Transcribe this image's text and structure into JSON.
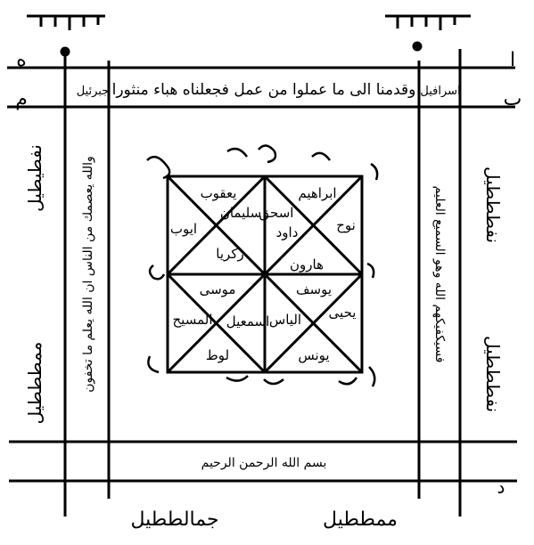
{
  "figure": {
    "top_band_text": "وقدمنا الى ما عملوا من عمل فجعلناه هباء منثورا",
    "top_band_left_word": "جبرئيل",
    "top_band_right_word": "اسرافيل",
    "left_column_text": "والله يعصمك من الناس ان الله يعلم ما تخفون",
    "right_column_text": "فسيكفيكهم الله وهو السميع العليم",
    "bottom_band_text": "بسم الله الرحمن الرحيم",
    "left_outer_word_1": "نفطيطيل",
    "left_outer_word_2": "ممطططيل",
    "right_outer_word_1": "نفطططيل",
    "right_outer_word_2": "نفطططيل",
    "bottom_word_left": "جمالططيل",
    "bottom_word_right": "ممططيل",
    "corner_letter_top_right": "ا",
    "corner_letter_right_2": "ب",
    "corner_letter_left_1": "ه",
    "corner_letter_left_2": "م",
    "corner_letter_bottom_right": "د",
    "grid_names": {
      "yaqub": "يعقوب",
      "ibrahim": "ابراهيم",
      "nuh": "نوح",
      "ishaq": "اسحق",
      "sulayman": "سليمان",
      "dawud": "داود",
      "ayyub": "ايوب",
      "zakariya": "زكريا",
      "harun": "هارون",
      "musa": "موسى",
      "yusuf": "يوسف",
      "yahya": "يحيى",
      "ilyas": "الياس",
      "ismail": "اسمعيل",
      "isa": "المسيح",
      "yunus": "يونس",
      "lut": "لوط"
    }
  }
}
